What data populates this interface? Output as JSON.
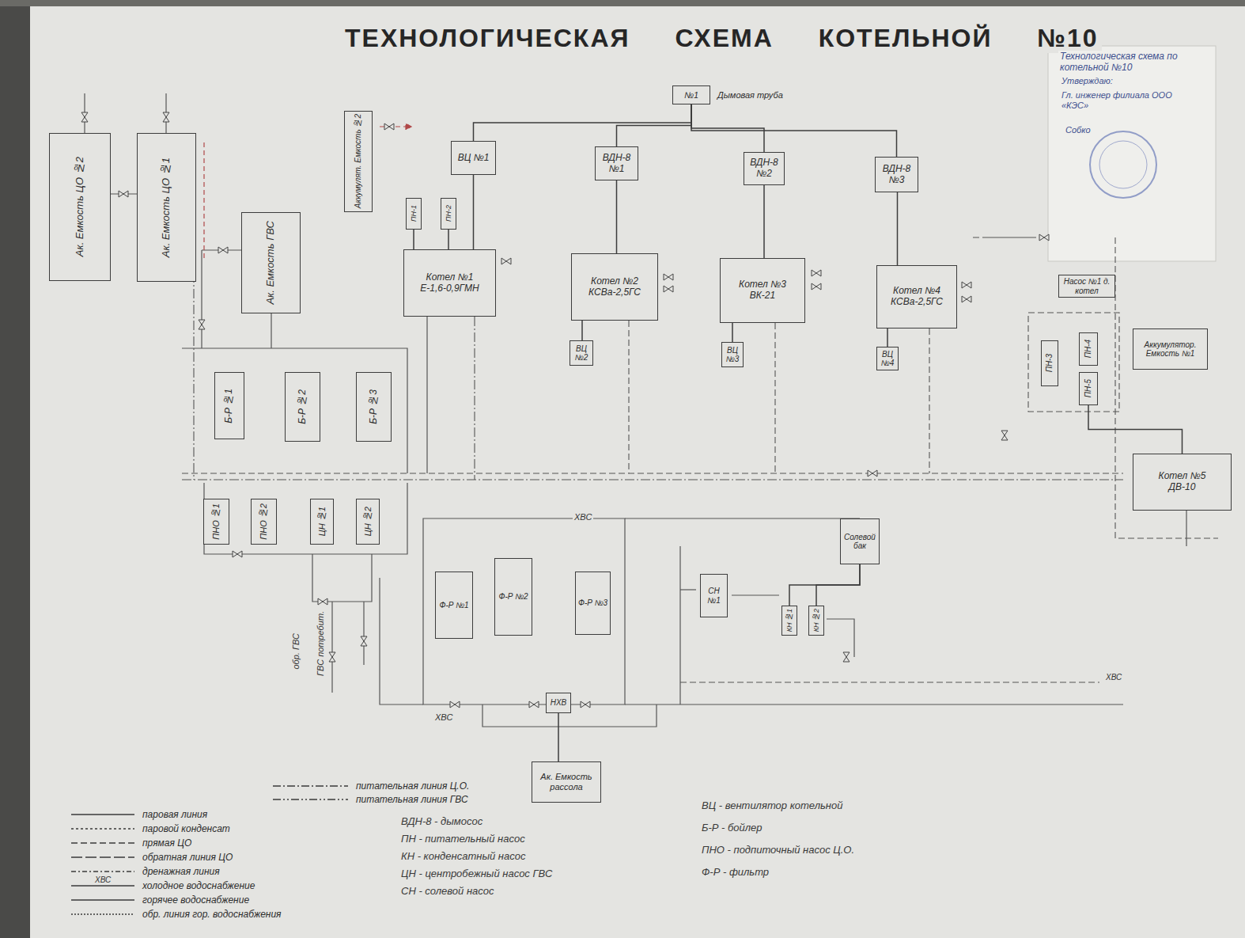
{
  "diagram": {
    "title": "ТЕХНОЛОГИЧЕСКАЯ СХЕМА КОТЕЛЬНОЙ №10",
    "nodes": [
      {
        "text": [
          "№1",
          "Дымовая труба"
        ]
      },
      {
        "text": [
          "Ак. Емкость ЦО №2"
        ]
      },
      {
        "text": [
          "Ак. Емкость ЦО №1"
        ]
      },
      {
        "text": [
          "Ак. Емкость ГВС"
        ]
      },
      {
        "text": [
          "Аккумулят. Емкость №2"
        ]
      },
      {
        "text": [
          "ВЦ №1"
        ]
      },
      {
        "text": [
          "ВДН-8 №1"
        ]
      },
      {
        "text": [
          "ВДН-8 №2"
        ]
      },
      {
        "text": [
          "ВДН-8 №3"
        ]
      },
      {
        "text": [
          "ПН-1"
        ]
      },
      {
        "text": [
          "ПН-2"
        ]
      },
      {
        "text": [
          "Котел №1",
          "Е-1,6-0,9ГМН"
        ]
      },
      {
        "text": [
          "Котел №2",
          "КСВа-2,5ГС"
        ]
      },
      {
        "text": [
          "Котел №3",
          "ВК-21"
        ]
      },
      {
        "text": [
          "Котел №4",
          "КСВа-2,5ГС"
        ]
      },
      {
        "text": [
          "Насос №1 д. котел"
        ]
      },
      {
        "text": [
          "ВЦ №2"
        ]
      },
      {
        "text": [
          "ВЦ №3"
        ]
      },
      {
        "text": [
          "ВЦ №4"
        ]
      },
      {
        "text": [
          "ПН-3"
        ]
      },
      {
        "text": [
          "ПН-4"
        ]
      },
      {
        "text": [
          "Аккумулятор. Емкость №1"
        ]
      },
      {
        "text": [
          "ПН-5"
        ]
      },
      {
        "text": [
          "Б-Р №1"
        ]
      },
      {
        "text": [
          "Б-Р №2"
        ]
      },
      {
        "text": [
          "Б-Р №3"
        ]
      },
      {
        "text": [
          "Котел №5",
          "ДВ-10"
        ]
      },
      {
        "text": [
          "ПНО №1"
        ]
      },
      {
        "text": [
          "ПНО №2"
        ]
      },
      {
        "text": [
          "ЦН №1"
        ]
      },
      {
        "text": [
          "ЦН №2"
        ]
      },
      {
        "text": [
          "Солевой бак"
        ]
      },
      {
        "text": [
          "Ф-Р №1"
        ]
      },
      {
        "text": [
          "Ф-Р №2"
        ]
      },
      {
        "text": [
          "Ф-Р №3"
        ]
      },
      {
        "text": [
          "СН №1"
        ]
      },
      {
        "text": [
          "КН №1"
        ]
      },
      {
        "text": [
          "КН №2"
        ]
      },
      {
        "text": [
          "НХВ"
        ]
      },
      {
        "text": [
          "Ак. Емкость рассола"
        ]
      }
    ],
    "edges": [
      {
        "from": 0,
        "to": 5,
        "arrow": "none"
      },
      {
        "from": 0,
        "to": 6,
        "arrow": "none"
      },
      {
        "from": 0,
        "to": 7,
        "arrow": "none"
      },
      {
        "from": 0,
        "to": 8,
        "arrow": "none"
      },
      {
        "from": 5,
        "to": 11,
        "arrow": "none"
      },
      {
        "from": 6,
        "to": 12,
        "arrow": "none"
      },
      {
        "from": 7,
        "to": 13,
        "arrow": "none"
      },
      {
        "from": 8,
        "to": 14,
        "arrow": "none"
      },
      {
        "from": 12,
        "to": 16,
        "arrow": "none"
      },
      {
        "from": 13,
        "to": 17,
        "arrow": "none"
      },
      {
        "from": 14,
        "to": 18,
        "arrow": "none"
      },
      {
        "from": 9,
        "to": 11,
        "arrow": "none"
      },
      {
        "from": 10,
        "to": 11,
        "arrow": "none"
      },
      {
        "from": 22,
        "to": 26,
        "arrow": "none"
      },
      {
        "from": 31,
        "to": 36,
        "arrow": "none"
      },
      {
        "from": 31,
        "to": 37,
        "arrow": "none"
      },
      {
        "from": 39,
        "to": 38,
        "arrow": "none"
      }
    ],
    "labels": [
      "Технологическая схема по котельной №10",
      "Утверждаю:",
      "Гл. инженер филиала ООО «КЭС»",
      "Собко",
      "ХВС",
      "ХВС",
      "обр. ГВС",
      "ГВС потребит.",
      "ХВС",
      "ХВС",
      "ВДН-8 - дымосос",
      "ПН - питательный насос",
      "КН - конденсатный насос",
      "ЦН - центробежный насос ГВС",
      "СН - солевой насос",
      "ВЦ - вентилятор котельной",
      "Б-Р - бойлер",
      "ПНО - подпиточный насос Ц.О.",
      "Ф-Р - фильтр"
    ],
    "legend": [
      {
        "text": "питательная линия Ц.О."
      },
      {
        "text": "питательная линия ГВС"
      },
      {
        "text": "паровая линия"
      },
      {
        "text": "паровой конденсат"
      },
      {
        "text": "прямая ЦО"
      },
      {
        "text": "обратная линия ЦО"
      },
      {
        "text": "дренажная линия"
      },
      {
        "text": "холодное водоснабжение"
      },
      {
        "text": "горячее водоснабжение"
      },
      {
        "text": "обр. линия гор. водоснабжения"
      }
    ]
  }
}
